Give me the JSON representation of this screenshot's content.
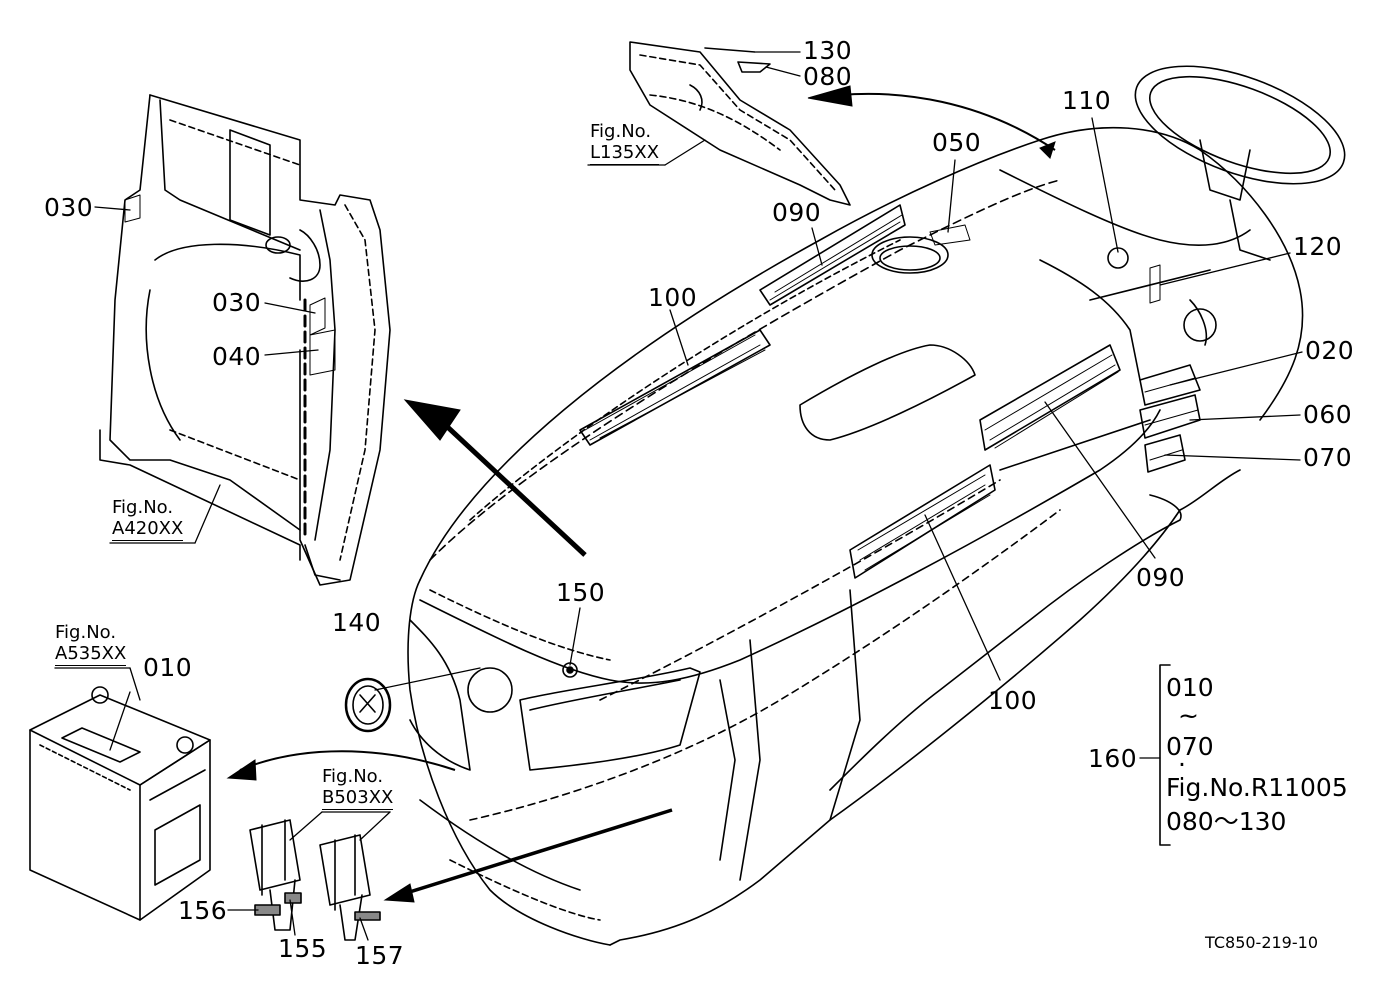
{
  "labels": {
    "l010": "010",
    "l020": "020",
    "l030a": "030",
    "l030b": "030",
    "l040": "040",
    "l050": "050",
    "l060": "060",
    "l070": "070",
    "l080": "080",
    "l090a": "090",
    "l090b": "090",
    "l100a": "100",
    "l100b": "100",
    "l110": "110",
    "l120": "120",
    "l130": "130",
    "l140": "140",
    "l150": "150",
    "l155": "155",
    "l156": "156",
    "l157": "157",
    "l160": "160"
  },
  "figrefs": {
    "l135": {
      "line1": "Fig.No.",
      "line2": "L135XX"
    },
    "a420": {
      "line1": "Fig.No.",
      "line2": "A420XX"
    },
    "a535": {
      "line1": "Fig.No.",
      "line2": "A535XX"
    },
    "b503": {
      "line1": "Fig.No.",
      "line2": "B503XX"
    }
  },
  "legend": {
    "from": "010",
    "tilde": "~",
    "to": "070",
    "dot": "·",
    "fig": "Fig.No.R11005",
    "range": "080〜130"
  },
  "drawing_code": "TC850-219-10"
}
